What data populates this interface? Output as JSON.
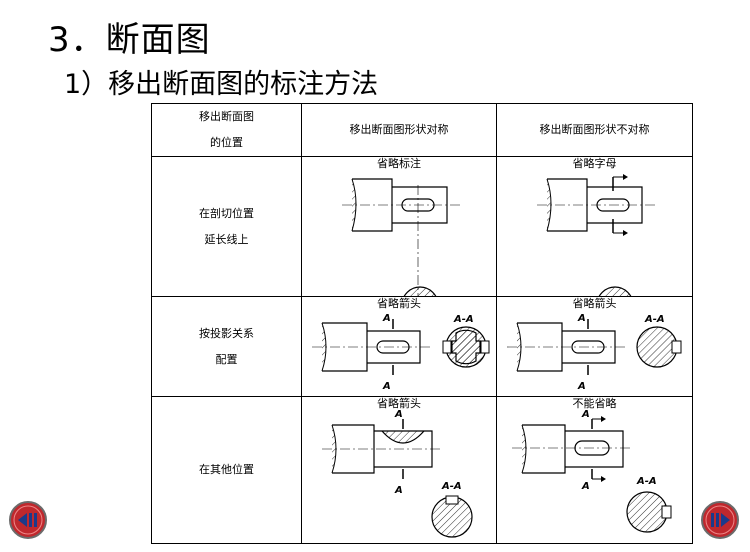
{
  "slide": {
    "title": "3．断面图",
    "subtitle": "1）移出断面图的标注方法"
  },
  "table": {
    "header": {
      "col1_line1": "移出断面图",
      "col1_line2": "的位置",
      "col2": "移出断面图形状对称",
      "col3": "移出断面图形状不对称"
    },
    "rows": [
      {
        "label_line1": "在剖切位置",
        "label_line2": "延长线上",
        "sym_caption": "省略标注",
        "asym_caption": "省略字母"
      },
      {
        "label_line1": "按投影关系",
        "label_line2": "配置",
        "sym_caption": "省略箭头",
        "asym_caption": "省略箭头"
      },
      {
        "label_line1": "在其他位置",
        "label_line2": "",
        "sym_caption": "省略箭头",
        "asym_caption": "不能省略"
      }
    ]
  },
  "drawing_labels": {
    "a": "A",
    "aa": "A-A"
  },
  "nav": {
    "prev_icon": "prev-slide-icon",
    "next_icon": "next-slide-icon",
    "color": "#c0282d"
  }
}
